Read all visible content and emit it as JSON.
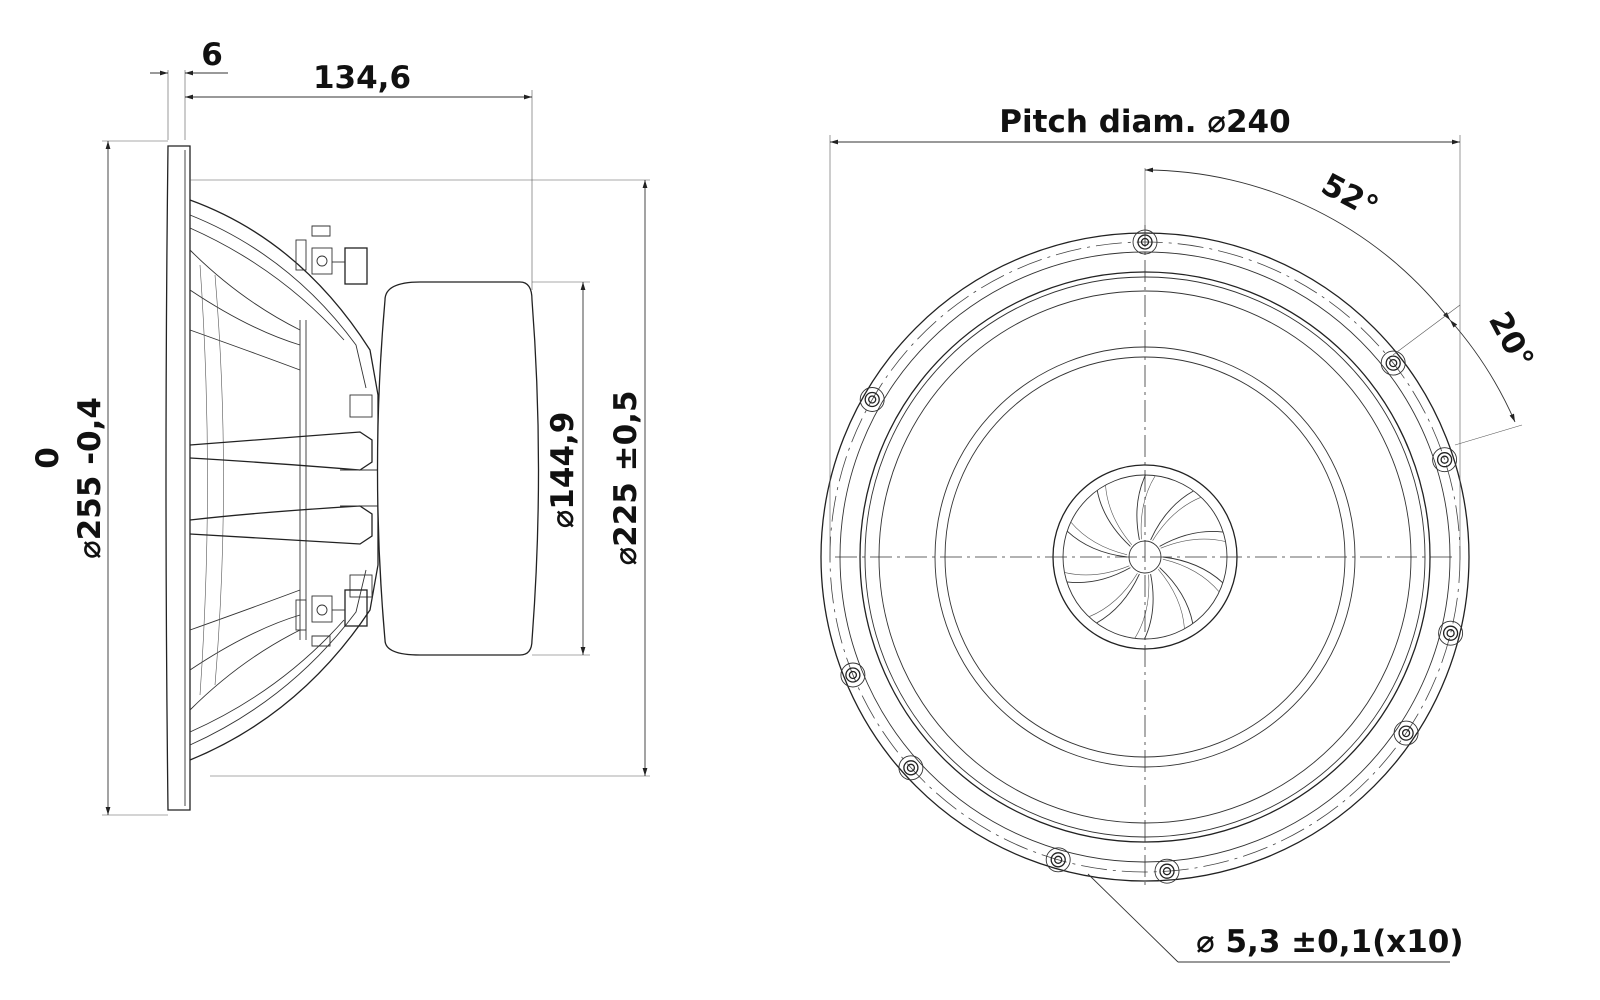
{
  "drawing": {
    "side_view": {
      "flange_thickness": "6",
      "depth": "134,6",
      "outer_diameter_tol": "0",
      "outer_diameter": "255 -0,4",
      "magnet_diameter": "144,9",
      "cutout_diameter": "225 ±0,5"
    },
    "front_view": {
      "pitch_diameter": "Pitch diam.",
      "pitch_value": "240",
      "angle_1": "52°",
      "angle_2": "20°",
      "hole_spec": "5,3 ±0,1(x10)"
    }
  },
  "colors": {
    "line": "#222222",
    "background": "#ffffff"
  }
}
